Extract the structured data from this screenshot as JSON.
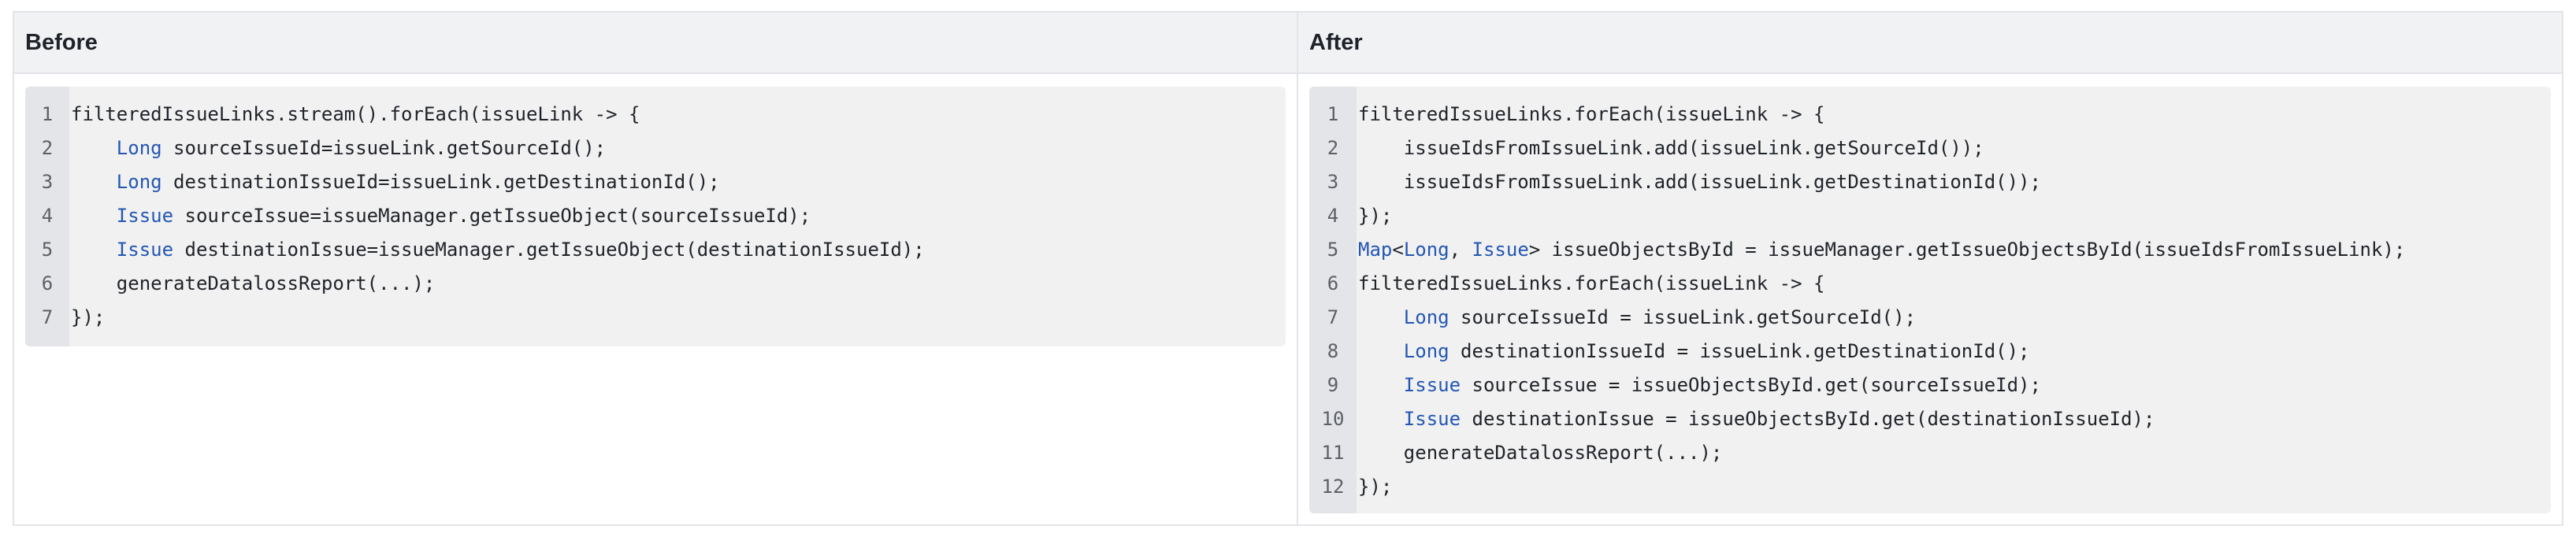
{
  "before": {
    "header": "Before",
    "lines": [
      {
        "num": "1",
        "text": "filteredIssueLinks.stream().forEach(issueLink -> {"
      },
      {
        "num": "2",
        "indent": "    ",
        "kw": "Long",
        "text": " sourceIssueId=issueLink.getSourceId();"
      },
      {
        "num": "3",
        "indent": "    ",
        "kw": "Long",
        "text": " destinationIssueId=issueLink.getDestinationId();"
      },
      {
        "num": "4",
        "indent": "    ",
        "kw": "Issue",
        "text": " sourceIssue=issueManager.getIssueObject(sourceIssueId);"
      },
      {
        "num": "5",
        "indent": "    ",
        "kw": "Issue",
        "text": " destinationIssue=issueManager.getIssueObject(destinationIssueId);"
      },
      {
        "num": "6",
        "text": "    generateDatalossReport(...);"
      },
      {
        "num": "7",
        "text": "});"
      }
    ]
  },
  "after": {
    "header": "After",
    "lines": [
      {
        "num": "1",
        "text": "filteredIssueLinks.forEach(issueLink -> {"
      },
      {
        "num": "2",
        "text": "    issueIdsFromIssueLink.add(issueLink.getSourceId());"
      },
      {
        "num": "3",
        "text": "    issueIdsFromIssueLink.add(issueLink.getDestinationId());"
      },
      {
        "num": "4",
        "text": "});"
      },
      {
        "num": "5",
        "map": true,
        "kw_map": "Map",
        "lt": "<",
        "kw_long": "Long",
        "comma": ", ",
        "kw_issue": "Issue",
        "text": "> issueObjectsById = issueManager.getIssueObjectsById(issueIdsFromIssueLink);"
      },
      {
        "num": "6",
        "text": "filteredIssueLinks.forEach(issueLink -> {"
      },
      {
        "num": "7",
        "indent": "    ",
        "kw": "Long",
        "text": " sourceIssueId = issueLink.getSourceId();"
      },
      {
        "num": "8",
        "indent": "    ",
        "kw": "Long",
        "text": " destinationIssueId = issueLink.getDestinationId();"
      },
      {
        "num": "9",
        "indent": "    ",
        "kw": "Issue",
        "text": " sourceIssue = issueObjectsById.get(sourceIssueId);"
      },
      {
        "num": "10",
        "indent": "    ",
        "kw": "Issue",
        "text": " destinationIssue = issueObjectsById.get(destinationIssueId);"
      },
      {
        "num": "11",
        "text": "    generateDatalossReport(...);"
      },
      {
        "num": "12",
        "text": "});"
      }
    ]
  }
}
